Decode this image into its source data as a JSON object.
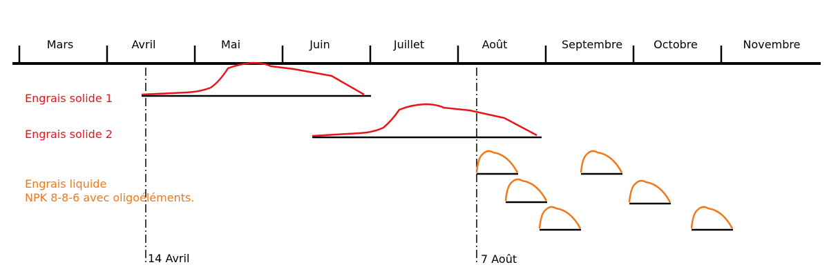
{
  "timeline": {
    "months": [
      "Mars",
      "Avril",
      "Mai",
      "Juin",
      "Juillet",
      "Août",
      "Septembre",
      "Octobre",
      "Novembre"
    ]
  },
  "series": {
    "solid1": {
      "label": "Engrais solide 1",
      "color": "#e8141c"
    },
    "solid2": {
      "label": "Engrais solide 2",
      "color": "#e8141c"
    },
    "liquid": {
      "label_line1": "Engrais liquide",
      "label_line2": "NPK 8-8-6 avec oligoéléments.",
      "color": "#f07818"
    }
  },
  "markers": {
    "april14": "14 Avril",
    "august7": "7 Août"
  }
}
